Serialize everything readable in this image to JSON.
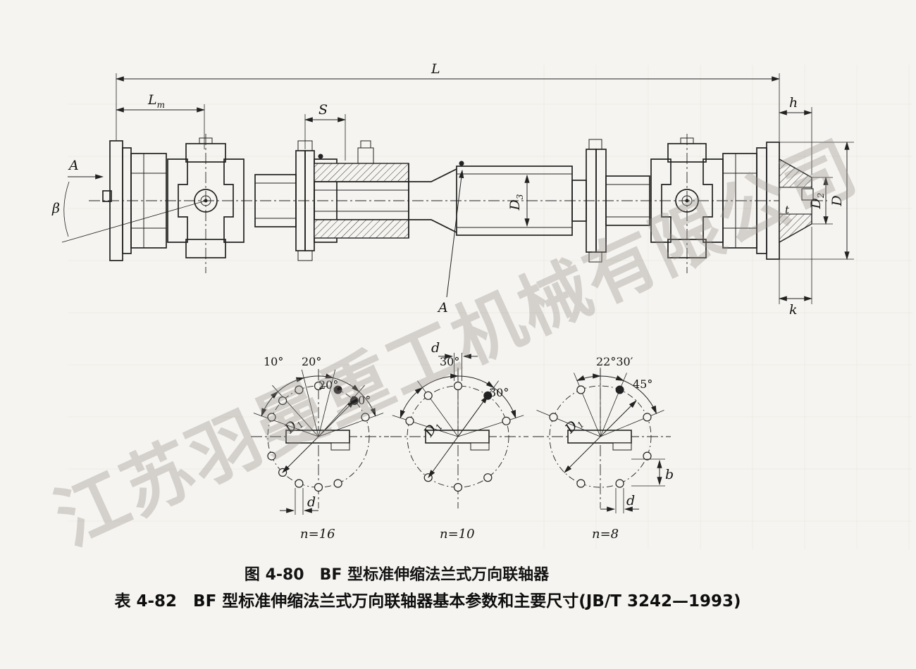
{
  "watermark": {
    "text": "江苏羽曼重工机械有限公司"
  },
  "captions": {
    "figure": "图 4-80　BF 型标准伸缩法兰式万向联轴器",
    "table": "表 4-82　BF 型标准伸缩法兰式万向联轴器基本参数和主要尺寸(JB/T 3242—1993)"
  },
  "labels": {
    "L": "L",
    "Lm_base": "L",
    "Lm_sub": "m",
    "S": "S",
    "h": "h",
    "k": "k",
    "t": "t",
    "b": "b",
    "d": "d",
    "A": "A",
    "beta": "β",
    "D": "D",
    "D1_base": "D",
    "D1_sub": "1",
    "D2_base": "D",
    "D2_sub": "2",
    "D3_base": "D",
    "D3_sub": "3"
  },
  "bolt_views": [
    {
      "n_label": "n=16",
      "angle_labels": [
        "10°",
        "20°",
        "20°",
        "20°"
      ]
    },
    {
      "n_label": "n=10",
      "angle_labels": [
        "30°",
        "30°"
      ]
    },
    {
      "n_label": "n=8",
      "angle_labels": [
        "22°30′",
        "45°"
      ]
    }
  ]
}
